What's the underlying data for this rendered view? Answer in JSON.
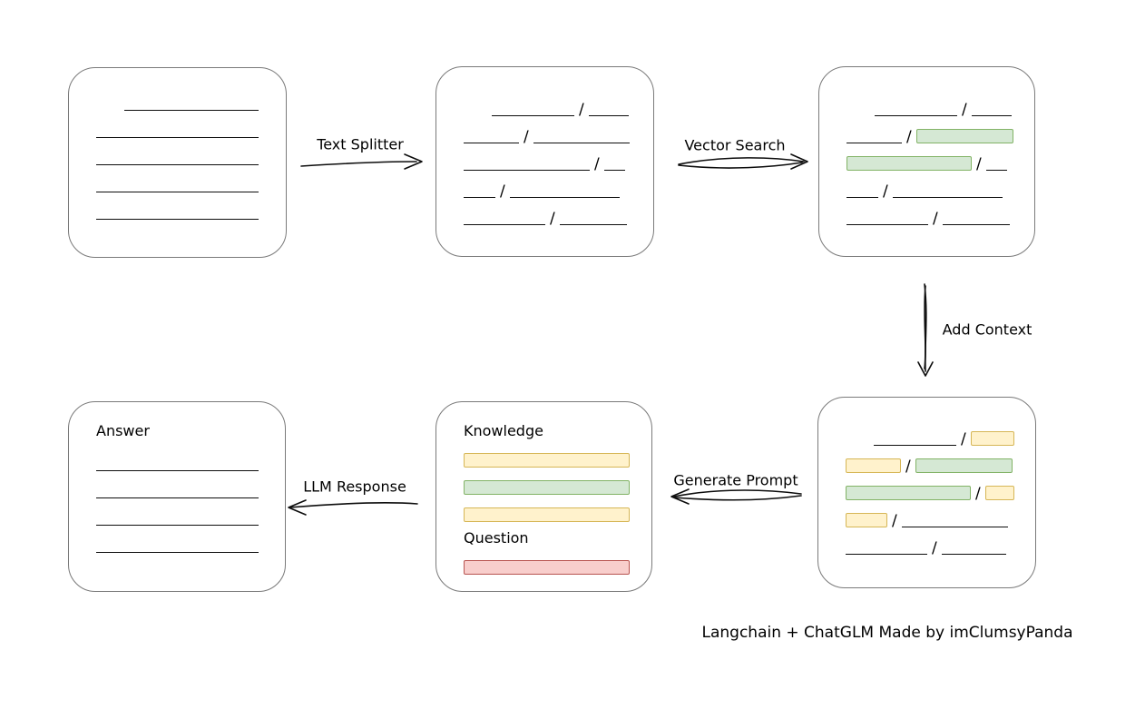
{
  "slash_char": "/",
  "caption": "Langchain + ChatGLM Made by imClumsyPanda",
  "colors": {
    "green_fill": "#d5e8d4",
    "green_border": "#82b366",
    "yellow_fill": "#fff2cc",
    "yellow_border": "#d6b656",
    "red_fill": "#f8cecc",
    "red_border": "#b85450",
    "box_border": "#7a7a7a",
    "line": "#0d0d0d"
  },
  "arrows": {
    "text_splitter": {
      "label": "Text Splitter",
      "direction": "right"
    },
    "vector_search": {
      "label": "Vector Search",
      "direction": "right"
    },
    "add_context": {
      "label": "Add Context",
      "direction": "down"
    },
    "generate_prompt": {
      "label": "Generate Prompt",
      "direction": "left"
    },
    "llm_response": {
      "label": "LLM Response",
      "direction": "left"
    }
  },
  "nodes": {
    "document": {
      "rows": [
        [
          {
            "t": "sp",
            "w": 31
          },
          {
            "t": "line",
            "w": 148
          }
        ],
        [
          {
            "t": "line",
            "w": 179
          }
        ],
        [
          {
            "t": "line",
            "w": 179
          }
        ],
        [
          {
            "t": "line",
            "w": 179
          }
        ],
        [
          {
            "t": "line",
            "w": 179
          }
        ]
      ]
    },
    "split_text": {
      "rows": [
        [
          {
            "t": "sp",
            "w": 31
          },
          {
            "t": "line",
            "w": 91
          },
          {
            "t": "line",
            "w": 44
          }
        ],
        [
          {
            "t": "line",
            "w": 61
          },
          {
            "t": "line",
            "w": 106
          }
        ],
        [
          {
            "t": "line",
            "w": 139
          },
          {
            "t": "line",
            "w": 23
          }
        ],
        [
          {
            "t": "line",
            "w": 35
          },
          {
            "t": "line",
            "w": 121
          }
        ],
        [
          {
            "t": "line",
            "w": 90
          },
          {
            "t": "line",
            "w": 74
          }
        ]
      ]
    },
    "vector_search_result": {
      "rows": [
        [
          {
            "t": "sp",
            "w": 31
          },
          {
            "t": "line",
            "w": 91
          },
          {
            "t": "line",
            "w": 44
          }
        ],
        [
          {
            "t": "line",
            "w": 61
          },
          {
            "t": "bar-green",
            "w": 107
          }
        ],
        [
          {
            "t": "bar-green",
            "w": 138
          },
          {
            "t": "line",
            "w": 23
          }
        ],
        [
          {
            "t": "line",
            "w": 35
          },
          {
            "t": "line",
            "w": 121
          }
        ],
        [
          {
            "t": "line",
            "w": 90
          },
          {
            "t": "line",
            "w": 74
          }
        ]
      ]
    },
    "context": {
      "rows": [
        [
          {
            "t": "sp",
            "w": 31
          },
          {
            "t": "line",
            "w": 91
          },
          {
            "t": "bar-yellow",
            "w": 48
          }
        ],
        [
          {
            "t": "bar-yellow",
            "w": 61
          },
          {
            "t": "bar-green",
            "w": 107
          }
        ],
        [
          {
            "t": "bar-green",
            "w": 138
          },
          {
            "t": "bar-yellow",
            "w": 32
          }
        ],
        [
          {
            "t": "bar-yellow",
            "w": 46
          },
          {
            "t": "line",
            "w": 117
          }
        ],
        [
          {
            "t": "line",
            "w": 90
          },
          {
            "t": "line",
            "w": 71
          }
        ]
      ]
    },
    "prompt": {
      "knowledge_label": "Knowledge",
      "question_label": "Question",
      "knowledge_rows": [
        [
          {
            "t": "bar-yellow",
            "w": 183
          }
        ],
        [
          {
            "t": "bar-green",
            "w": 183
          }
        ],
        [
          {
            "t": "bar-yellow",
            "w": 183
          }
        ]
      ],
      "question_rows": [
        [
          {
            "t": "bar-red",
            "w": 183
          }
        ]
      ]
    },
    "answer": {
      "label": "Answer",
      "rows": [
        [
          {
            "t": "line",
            "w": 179
          }
        ],
        [
          {
            "t": "line",
            "w": 179
          }
        ],
        [
          {
            "t": "line",
            "w": 179
          }
        ],
        [
          {
            "t": "line",
            "w": 179
          }
        ]
      ]
    }
  }
}
